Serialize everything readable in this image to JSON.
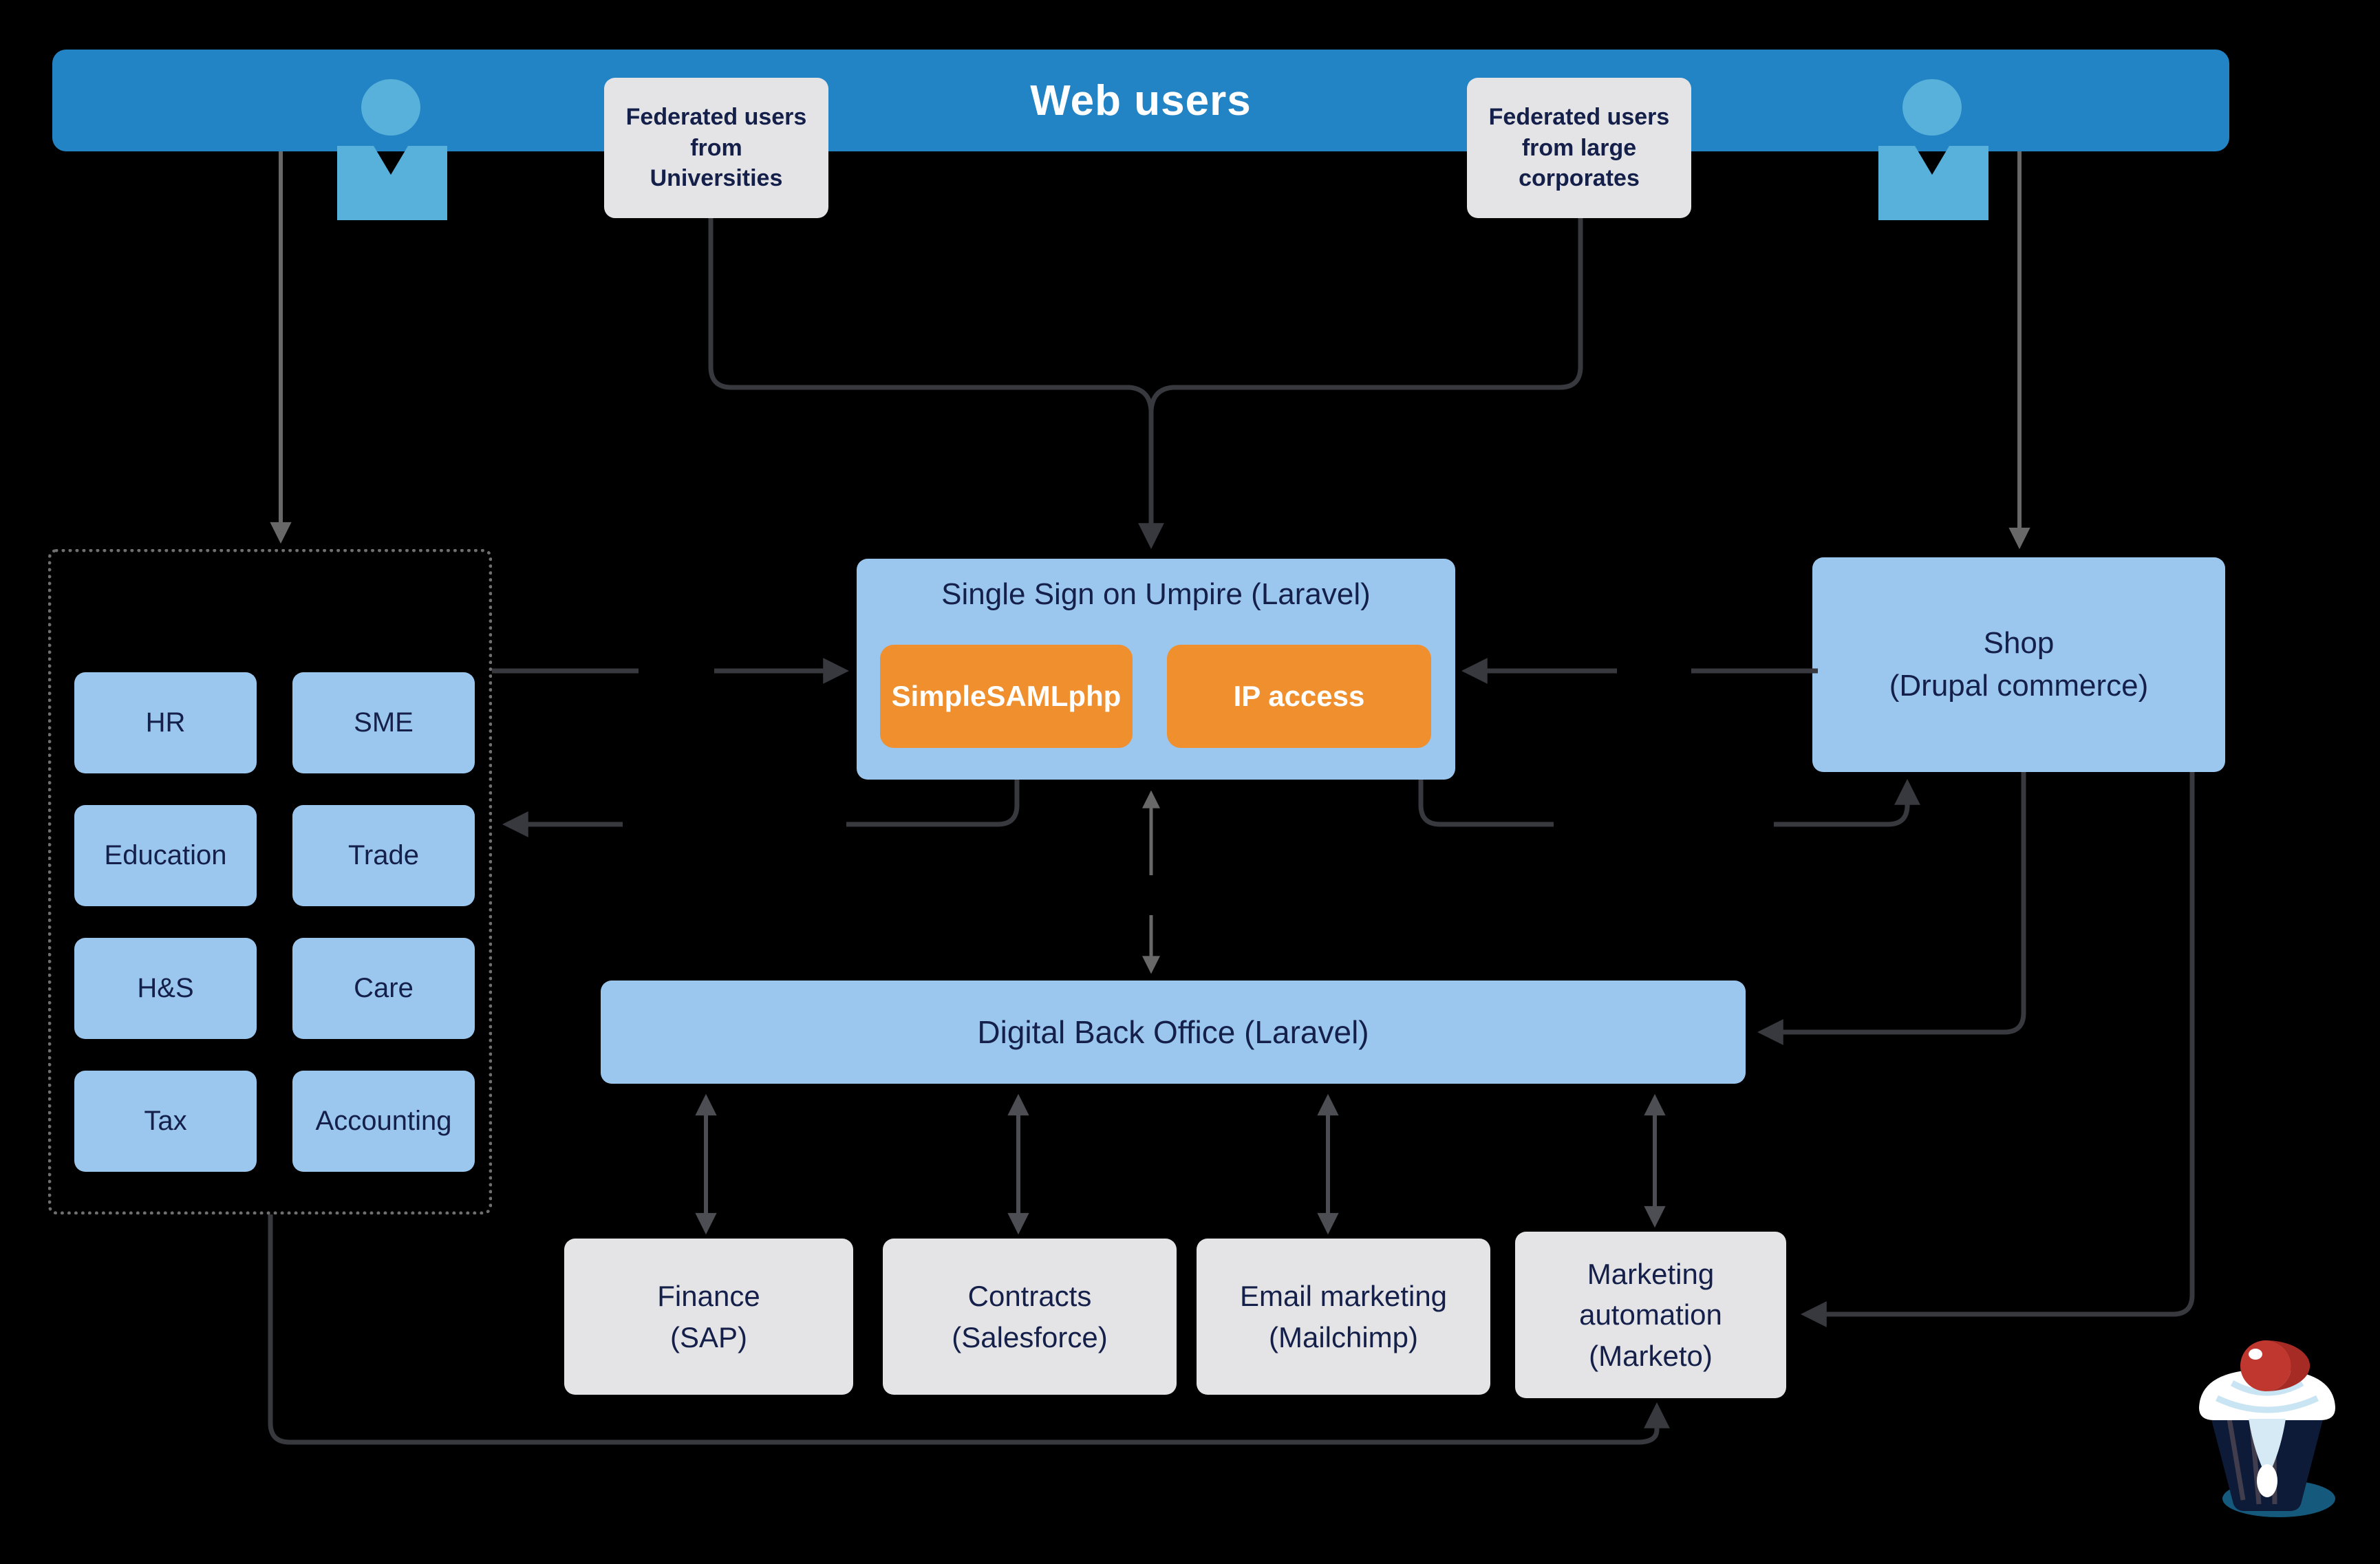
{
  "banner": {
    "title": "Web users"
  },
  "federated_universities": {
    "label": "Federated users from Universities"
  },
  "federated_corporates": {
    "label": "Federated users from large corporates"
  },
  "departments": [
    "HR",
    "SME",
    "Education",
    "Trade",
    "H&S",
    "Care",
    "Tax",
    "Accounting"
  ],
  "sso": {
    "title": "Single Sign on Umpire (Laravel)",
    "modules": [
      "SimpleSAMLphp",
      "IP access"
    ]
  },
  "shop": {
    "name": "Shop",
    "platform": "(Drupal commerce)"
  },
  "back_office": {
    "label": "Digital Back Office (Laravel)"
  },
  "systems": [
    {
      "name": "Finance",
      "platform": "(SAP)"
    },
    {
      "name": "Contracts",
      "platform": "(Salesforce)"
    },
    {
      "name": "Email marketing",
      "platform": "(Mailchimp)"
    },
    {
      "name": "Marketing automation",
      "platform": "(Marketo)"
    }
  ],
  "icons": {
    "left_user": "person-icon",
    "right_user": "person-icon",
    "logo": "cupcake-logo"
  },
  "colors": {
    "background": "#000000",
    "banner_blue": "#2283c5",
    "person_blue": "#57b1da",
    "box_blue": "#9bc7ef",
    "module_orange": "#ef8f2e",
    "card_gray": "#e4e4e6",
    "text_navy": "#15204a",
    "arrow_dark": "#37393e",
    "arrow_medium": "#686868",
    "arrow_mid": "#4c4e53"
  }
}
